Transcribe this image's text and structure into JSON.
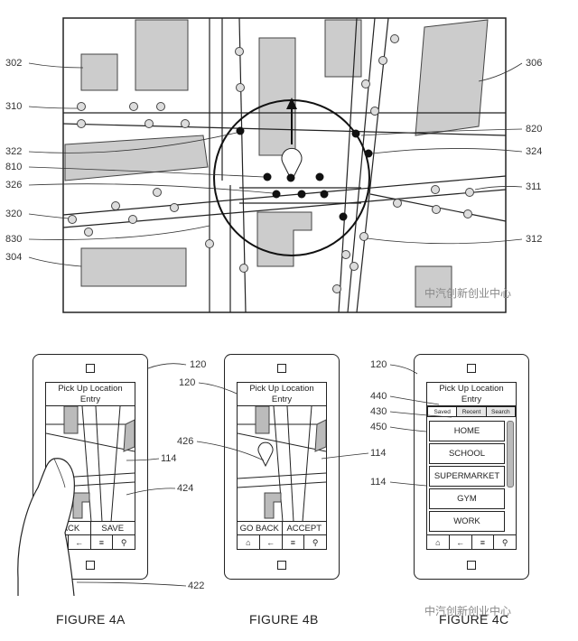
{
  "top_figure": {
    "refs_left": [
      "302",
      "310",
      "322",
      "810",
      "326",
      "320",
      "830",
      "304"
    ],
    "refs_right": [
      "306",
      "820",
      "324",
      "311",
      "312"
    ]
  },
  "figure_4a": {
    "caption": "FIGURE 4A",
    "screen_title_line1": "Pick Up Location",
    "screen_title_line2": "Entry",
    "actions": [
      "BACK",
      "SAVE"
    ],
    "nav": [
      "⌂",
      "←",
      "≡",
      "⚲"
    ],
    "refs": [
      "120",
      "114",
      "424",
      "422"
    ]
  },
  "figure_4b": {
    "caption": "FIGURE 4B",
    "screen_title_line1": "Pick Up Location",
    "screen_title_line2": "Entry",
    "actions": [
      "GO BACK",
      "ACCEPT"
    ],
    "nav": [
      "⌂",
      "←",
      "≡",
      "⚲"
    ],
    "refs": [
      "120",
      "426",
      "114"
    ]
  },
  "figure_4c": {
    "caption": "FIGURE 4C",
    "screen_title_line1": "Pick Up Location",
    "screen_title_line2": "Entry",
    "tabs": [
      "Saved",
      "Recent",
      "Search"
    ],
    "locations": [
      "HOME",
      "SCHOOL",
      "SUPERMARKET",
      "GYM",
      "WORK"
    ],
    "nav": [
      "⌂",
      "←",
      "≡",
      "⚲"
    ],
    "refs": [
      "120",
      "440",
      "430",
      "450",
      "114"
    ]
  },
  "watermark": "中汽创新创业中心"
}
